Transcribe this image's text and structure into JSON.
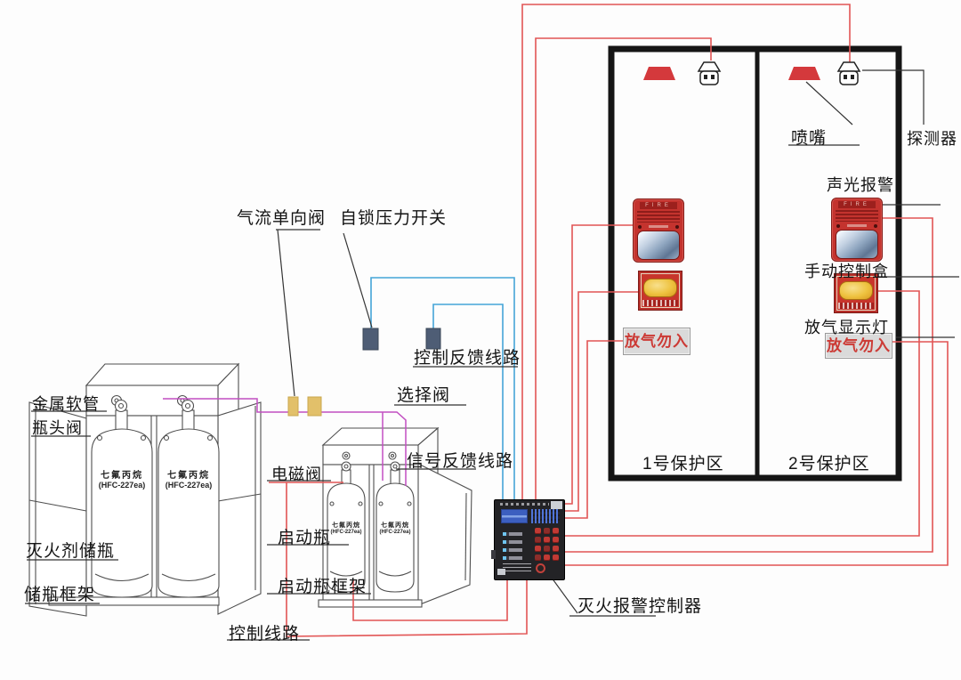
{
  "labels": {
    "metal_hose": "金属软管",
    "bottle_head_valve": "瓶头阀",
    "agent_storage_bottle": "灭火剂储瓶",
    "storage_bottle_frame": "储瓶框架",
    "airflow_check_valve": "气流单向阀",
    "self_locking_pressure_switch": "自锁压力开关",
    "control_feedback_line": "控制反馈线路",
    "selector_valve": "选择阀",
    "signal_feedback_line": "信号反馈线路",
    "solenoid_valve": "电磁阀",
    "starter_bottle": "启动瓶",
    "starter_bottle_frame": "启动瓶框架",
    "control_line": "控制线路",
    "fire_alarm_controller": "灭火报警控制器",
    "nozzle": "喷嘴",
    "detector": "探测器",
    "sound_light_alarm": "声光报警",
    "manual_control_box": "手动控制盒",
    "gas_release_indicator": "放气显示灯",
    "zone1": "1号保护区",
    "zone2": "2号保护区"
  },
  "devices": {
    "cylinder_name": "七氟丙烷",
    "cylinder_code": "(HFC-227ea)",
    "alarm_panel_text": "FIRE",
    "warning_sign_text": "放气勿入"
  },
  "colors": {
    "wire_red": "#e25555",
    "wire_blue": "#45a5d8",
    "wire_purple": "#c24fc2",
    "valve_yellow": "#e2c06a",
    "pressure_switch_navy": "#4e5d75",
    "device_red": "#c4332e",
    "sign_text_red": "#cc3a35",
    "zone_wall_black": "#151515"
  }
}
